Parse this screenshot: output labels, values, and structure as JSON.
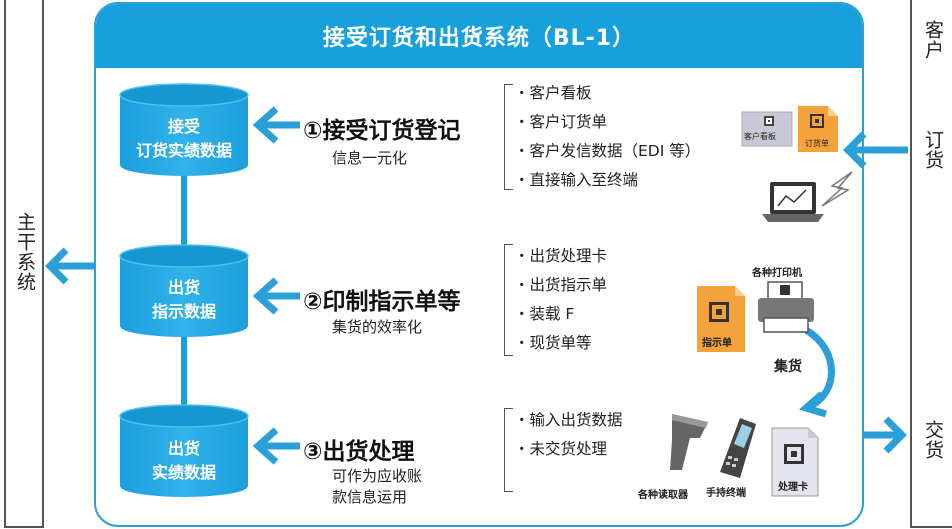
{
  "title": "接受订货和出货系统（BL-1）",
  "left_box": "主干系统",
  "right_boxes": {
    "top": "客户",
    "middle": "订货",
    "bottom": "交货"
  },
  "cylinders": [
    {
      "line1": "接受",
      "line2": "订货实绩数据"
    },
    {
      "line1": "出货",
      "line2": "指示数据"
    },
    {
      "line1": "出货",
      "line2": "实绩数据"
    }
  ],
  "steps": [
    {
      "title": "①接受订货登记",
      "sub": [
        "信息一元化"
      ]
    },
    {
      "title": "②印制指示单等",
      "sub": [
        "集货的效率化"
      ]
    },
    {
      "title": "③出货处理",
      "sub": [
        "可作为应收账",
        "款信息运用"
      ]
    }
  ],
  "bullets": [
    [
      "・客户看板",
      "・客户订货单",
      "・客户发信数据（EDI 等）",
      "・直接输入至终端"
    ],
    [
      "・出货处理卡",
      "・出货指示单",
      "・装载 F",
      "・现货单等"
    ],
    [
      "・输入出货数据",
      "・未交货处理"
    ]
  ],
  "icons": {
    "kanban_label": "客户看板",
    "order_label": "订货单",
    "printer_label": "各种打印机",
    "instruction_label": "指示单",
    "collect_label": "集货",
    "reader_label": "各种读取器",
    "terminal_label": "手持终端",
    "card_label": "处理卡"
  },
  "colors": {
    "accent": "#17a0dc",
    "arrow": "#2a9fd8",
    "orange": "#f4a23c"
  }
}
